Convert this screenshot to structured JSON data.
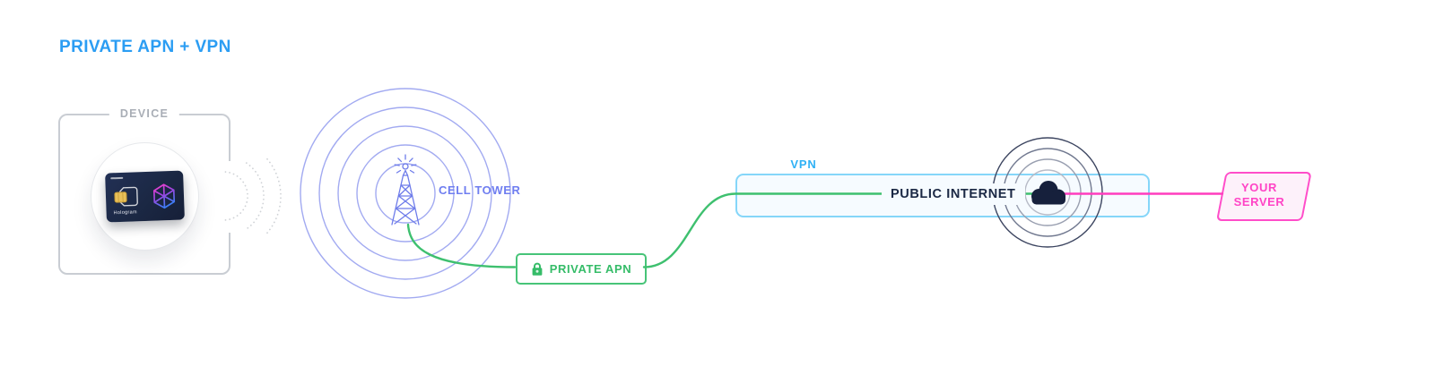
{
  "title": "PRIVATE APN + VPN",
  "device": {
    "label": "DEVICE",
    "sim_brand": "Hologram"
  },
  "cell_tower": {
    "label": "CELL TOWER"
  },
  "private_apn": {
    "label": "PRIVATE APN"
  },
  "vpn": {
    "label": "VPN",
    "public_internet_label": "PUBLIC INTERNET"
  },
  "server": {
    "line1": "YOUR",
    "line2": "SERVER"
  },
  "colors": {
    "title_blue": "#2b9df3",
    "vpn_light_blue": "#2fb1f5",
    "vpn_border_blue": "#85d6f9",
    "tower_purple": "#6f7ef0",
    "tower_rings_purple": "#8e98ee",
    "apn_green": "#3ec06f",
    "server_pink": "#ff44c6",
    "link_pink": "#ff3dbe",
    "navy": "#1b2844",
    "device_gray": "#a9aeb6"
  }
}
